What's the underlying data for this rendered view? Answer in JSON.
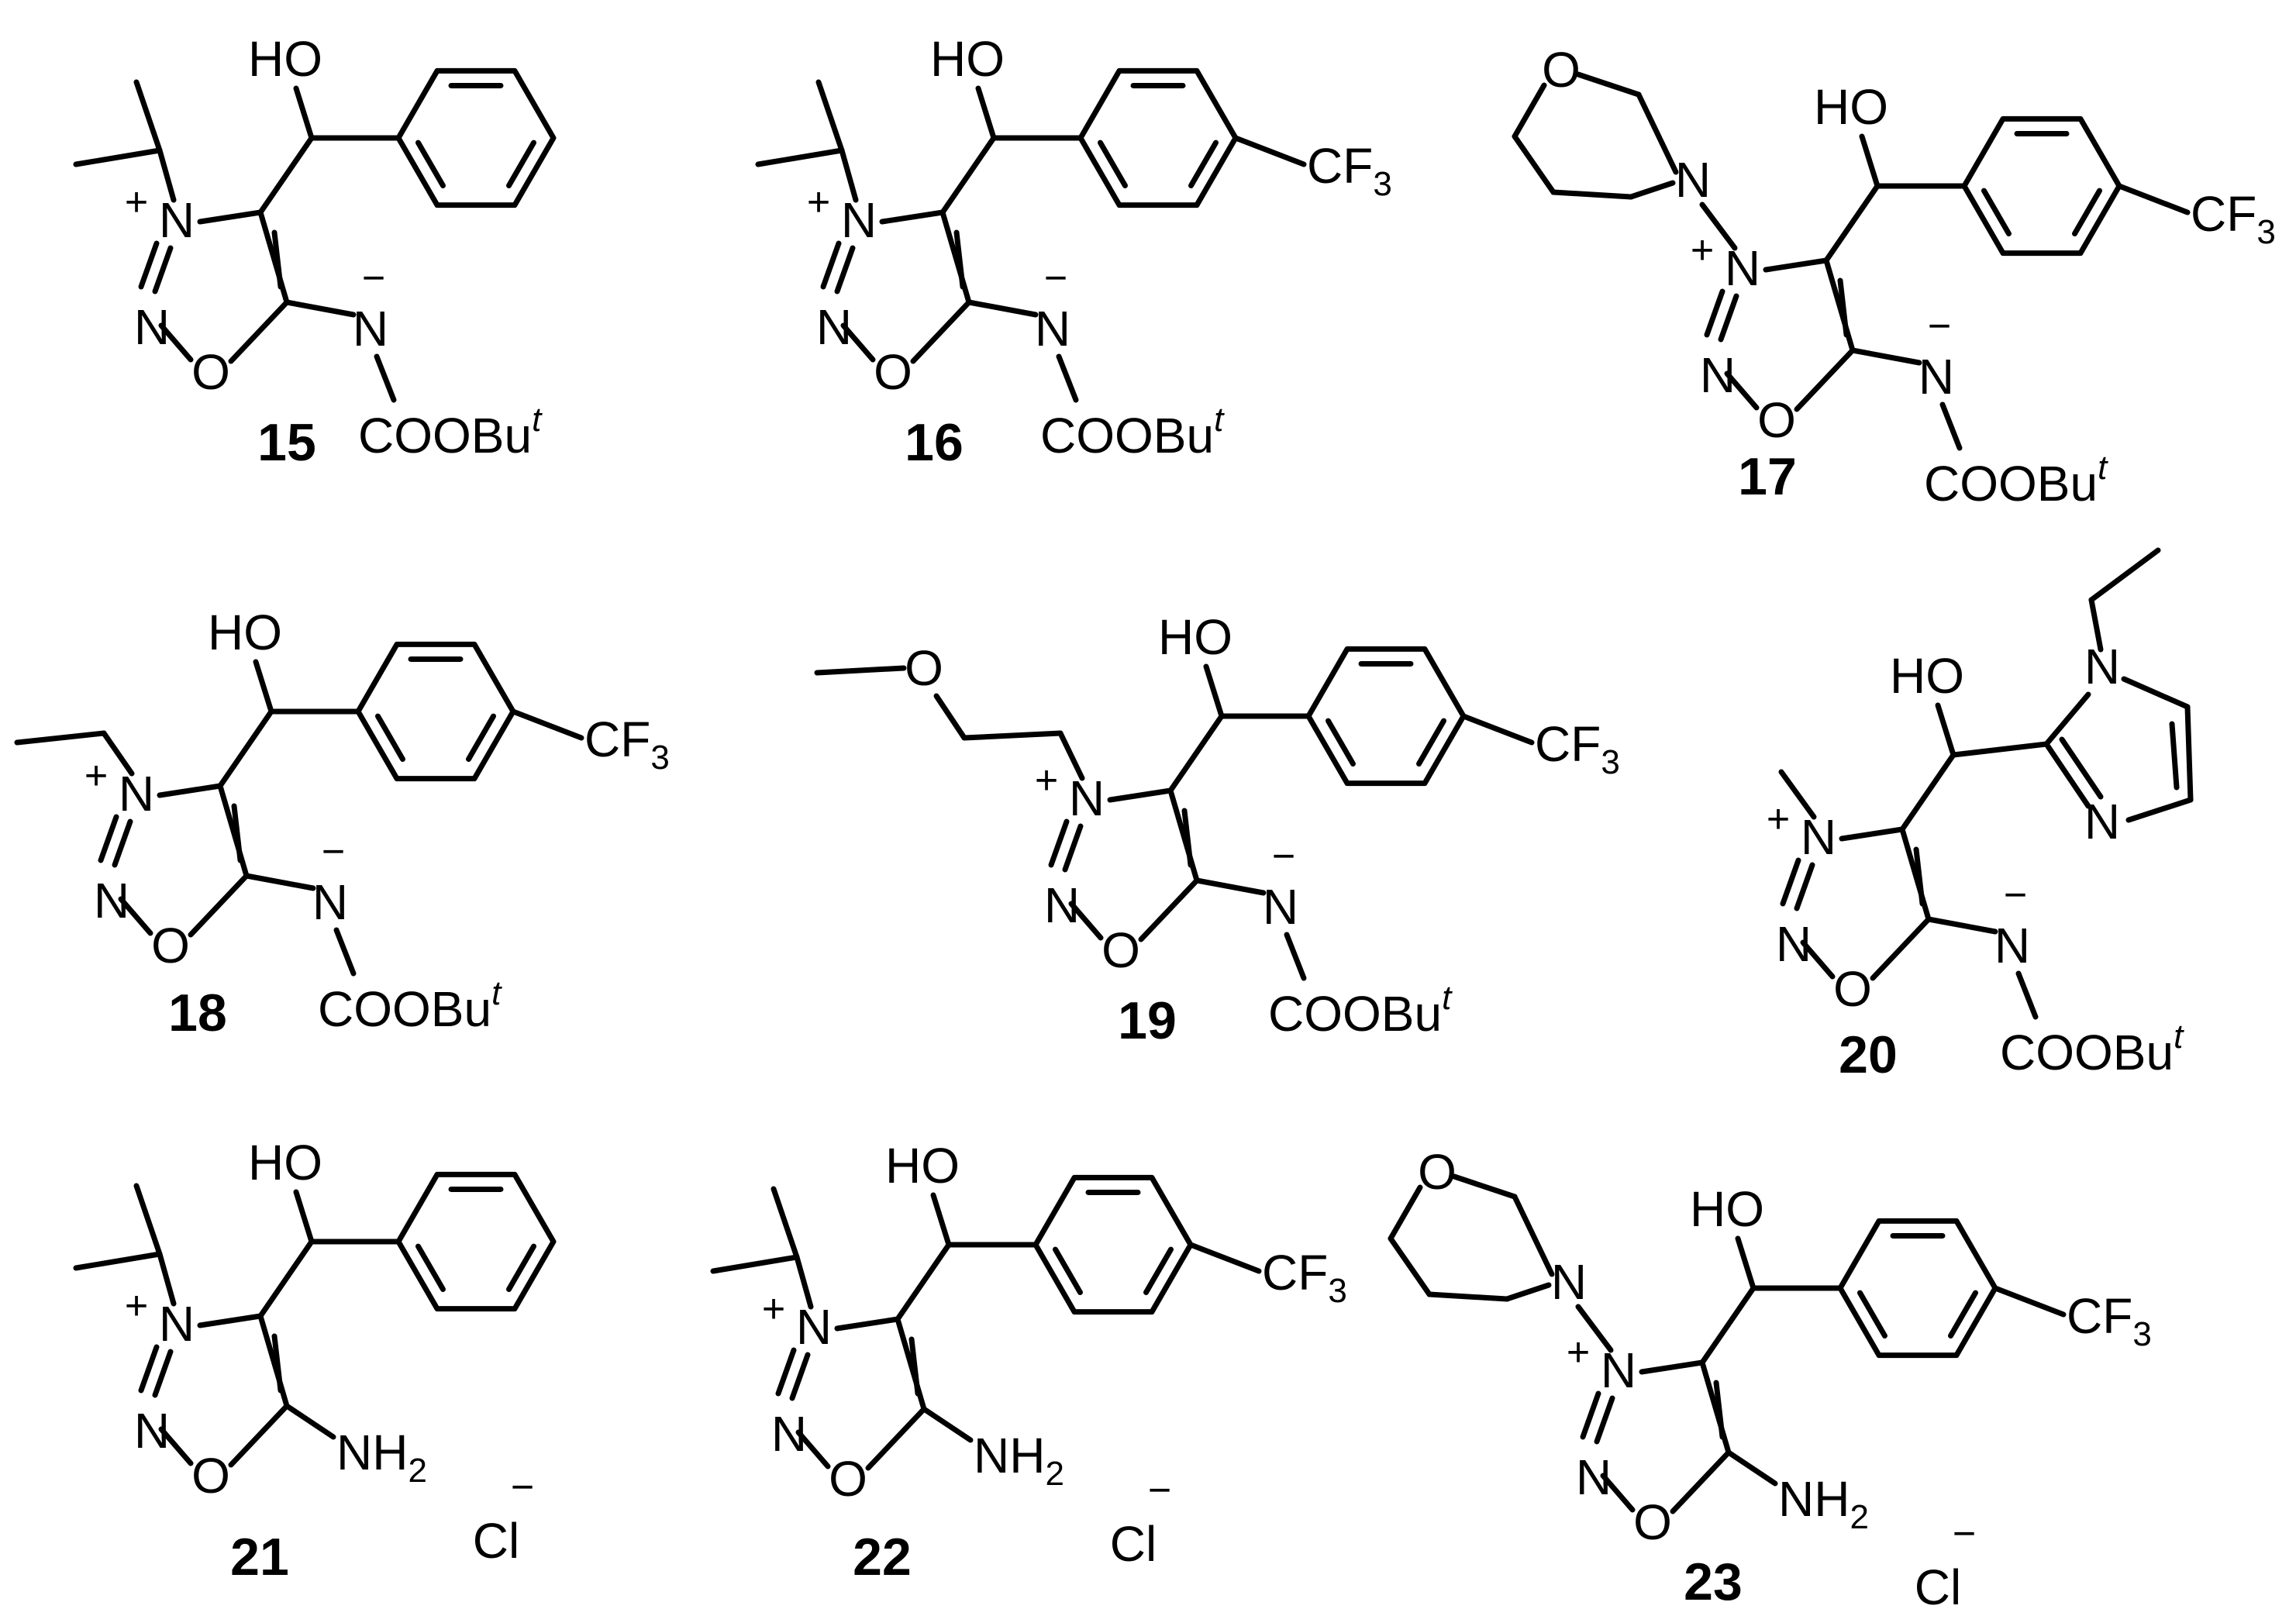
{
  "compounds": [
    {
      "id": "15",
      "N3": "isopropyl",
      "aryl": "phenyl",
      "C5": "NBoc"
    },
    {
      "id": "16",
      "N3": "isopropyl",
      "aryl": "4-CF3-phenyl",
      "C5": "NBoc"
    },
    {
      "id": "17",
      "N3": "morpholino",
      "aryl": "4-CF3-phenyl",
      "C5": "NBoc"
    },
    {
      "id": "18",
      "N3": "ethyl",
      "aryl": "4-CF3-phenyl",
      "C5": "NBoc"
    },
    {
      "id": "19",
      "N3": "methoxyethyl",
      "aryl": "4-CF3-phenyl",
      "C5": "NBoc"
    },
    {
      "id": "20",
      "N3": "methyl",
      "aryl": "1-ethylimidazol-2-yl",
      "C5": "NBoc"
    },
    {
      "id": "21",
      "N3": "isopropyl",
      "aryl": "phenyl",
      "C5": "NH2",
      "counterion": "Cl"
    },
    {
      "id": "22",
      "N3": "isopropyl",
      "aryl": "4-CF3-phenyl",
      "C5": "NH2",
      "counterion": "Cl"
    },
    {
      "id": "23",
      "N3": "morpholino",
      "aryl": "4-CF3-phenyl",
      "C5": "NH2",
      "counterion": "Cl"
    }
  ],
  "labels": {
    "hydroxyl": "HO",
    "ring_n": "N",
    "ring_o": "O",
    "plus": "+",
    "minus": "−",
    "boc_main": "COOBu",
    "boc_sup": "t",
    "amine_main": "NH",
    "amine_sub": "2",
    "cf3_main": "CF",
    "cf3_sub": "3",
    "morph_o": "O",
    "morph_n": "N",
    "imid_n": "N",
    "ether_o": "O",
    "chloride": "Cl"
  }
}
